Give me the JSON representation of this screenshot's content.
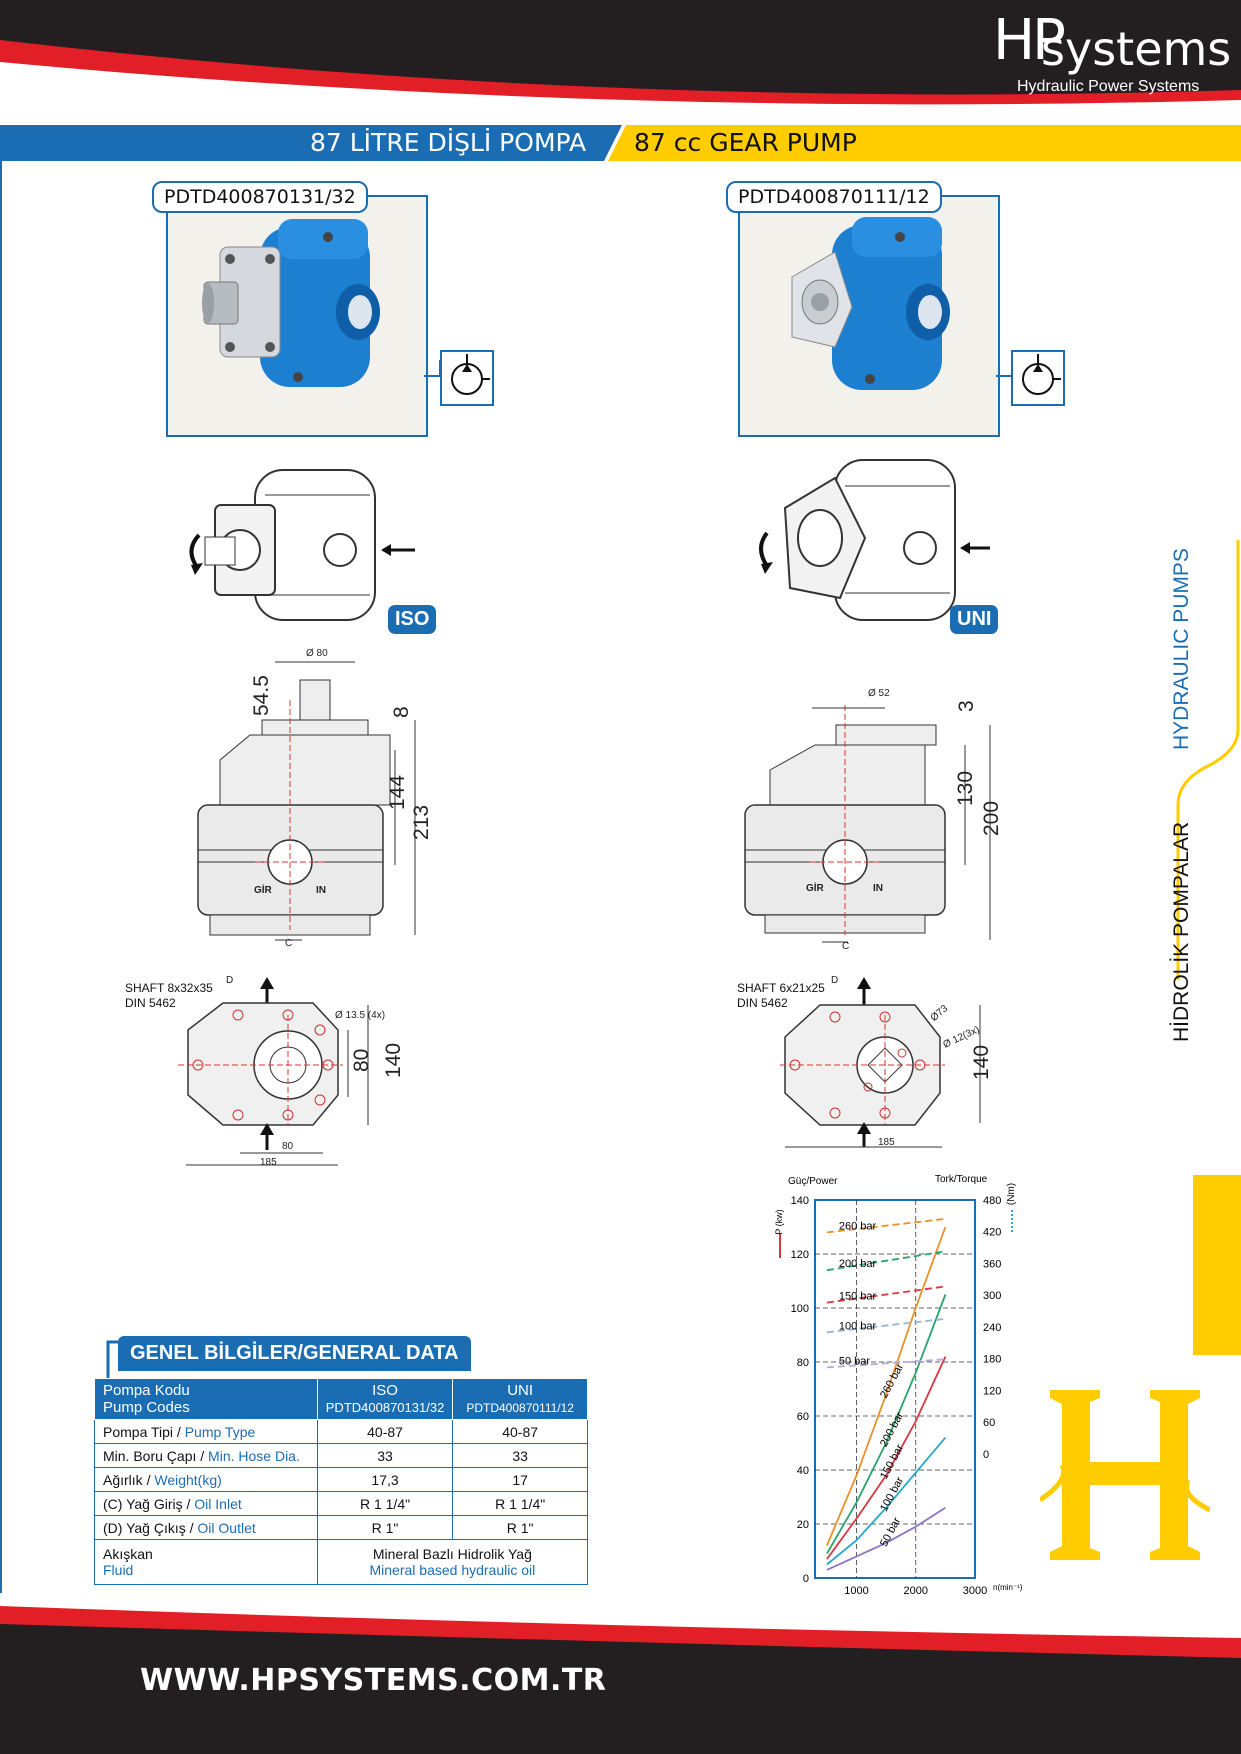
{
  "brand": {
    "logo_hp": "HP",
    "logo_systems": "systems",
    "logo_tagline": "Hydraulic Power Systems",
    "website": "WWW.HPSYSTEMS.COM.TR"
  },
  "title": {
    "tr": "87 LİTRE DİŞLİ POMPA",
    "en": "87 cc GEAR PUMP"
  },
  "side": {
    "en": "HYDRAULIC PUMPS",
    "tr": "HİDROLİK POMPALAR"
  },
  "products": [
    {
      "code": "PDTD400870131/32",
      "badge": "ISO",
      "shaft_line1": "SHAFT 8x32x35",
      "shaft_line2": "DIN 5462",
      "dims": {
        "flange": "Ø 80",
        "shaft_len": "54.5",
        "top": "8",
        "mid": "144",
        "total": "213",
        "port": "C",
        "gir": "GİR",
        "in": "IN",
        "d": "D",
        "bolt": "Ø 13.5 (4x)",
        "h1": "80",
        "h2": "140",
        "w1": "80",
        "w2": "185"
      }
    },
    {
      "code": "PDTD400870111/12",
      "badge": "UNI",
      "shaft_line1": "SHAFT 6x21x25",
      "shaft_line2": "DIN 5462",
      "dims": {
        "flange": "Ø 52",
        "top": "3",
        "mid": "130",
        "total": "200",
        "port": "C",
        "gir": "GİR",
        "in": "IN",
        "d": "D",
        "bolt1": "Ø73",
        "bolt2": "Ø 12(3x)",
        "h2": "140",
        "w2": "185"
      }
    }
  ],
  "general_data": {
    "title": "GENEL BİLGİLER/GENERAL DATA",
    "head": {
      "label_tr": "Pompa Kodu",
      "label_en": "Pump Codes",
      "col1": "ISO",
      "col1_code": "PDTD400870131/32",
      "col2": "UNI",
      "col2_code": "PDTD400870111/12"
    },
    "rows": [
      {
        "tr": "Pompa Tipi / ",
        "en": "Pump Type",
        "v1": "40-87",
        "v2": "40-87"
      },
      {
        "tr": "Min.  Boru Çapı / ",
        "en": "Min. Hose Dia.",
        "v1": "33",
        "v2": "33"
      },
      {
        "tr": "Ağırlık / ",
        "en": "Weight(kg)",
        "v1": "17,3",
        "v2": "17"
      },
      {
        "tr": "(C) Yağ Giriş / ",
        "en": "Oil Inlet",
        "v1": "R 1 1/4\"",
        "v2": "R 1 1/4\""
      },
      {
        "tr": "(D) Yağ Çıkış / ",
        "en": "Oil Outlet",
        "v1": "R 1\"",
        "v2": "R 1\""
      }
    ],
    "fluid": {
      "tr": "Akışkan",
      "en": "Fluid",
      "v_tr": "Mineral Bazlı Hidrolik Yağ",
      "v_en": "Mineral based hydraulic oil"
    }
  },
  "chart_data": {
    "type": "line",
    "title": "",
    "left_axis_title": "Güç/Power",
    "left_axis_label": "P (kw)",
    "right_axis_title": "Tork/Torque",
    "right_axis_label": "(Nm)",
    "xlabel": "n(min⁻¹)",
    "xlim": [
      300,
      3000
    ],
    "ylim": [
      0,
      140
    ],
    "x_ticks": [
      "1000",
      "2000",
      "3000"
    ],
    "y_ticks": [
      "0",
      "20",
      "40",
      "60",
      "80",
      "100",
      "120",
      "140"
    ],
    "torque_ticks": [
      "0",
      "60",
      "120",
      "180",
      "240",
      "300",
      "360",
      "420",
      "480"
    ],
    "grid": true,
    "power_series": [
      {
        "name": "260 bar",
        "color": "#e8912a",
        "x": [
          500,
          1000,
          1500,
          2000,
          2500
        ],
        "y": [
          12,
          38,
          68,
          100,
          130
        ]
      },
      {
        "name": "200 bar",
        "color": "#2aa36a",
        "x": [
          500,
          1000,
          1500,
          2000,
          2500
        ],
        "y": [
          9,
          28,
          50,
          76,
          105
        ]
      },
      {
        "name": "150 bar",
        "color": "#d9363e",
        "x": [
          500,
          1000,
          1500,
          2000,
          2500
        ],
        "y": [
          7,
          22,
          38,
          58,
          82
        ]
      },
      {
        "name": "100 bar",
        "color": "#22a8c9",
        "x": [
          500,
          1000,
          1500,
          2000,
          2500
        ],
        "y": [
          5,
          14,
          26,
          39,
          52
        ]
      },
      {
        "name": "50 bar",
        "color": "#8a76c4",
        "x": [
          500,
          1000,
          1500,
          2000,
          2500
        ],
        "y": [
          3,
          8,
          13,
          19,
          26
        ]
      }
    ],
    "torque_series": [
      {
        "name": "260 bar",
        "color": "#e8912a",
        "x": [
          500,
          2500
        ],
        "y": [
          128,
          133
        ]
      },
      {
        "name": "200 bar",
        "color": "#2aa36a",
        "x": [
          500,
          2500
        ],
        "y": [
          114,
          121
        ]
      },
      {
        "name": "150 bar",
        "color": "#d9363e",
        "x": [
          500,
          2500
        ],
        "y": [
          102,
          108
        ]
      },
      {
        "name": "100 bar",
        "color": "#9ab4d8",
        "x": [
          500,
          2500
        ],
        "y": [
          91,
          96
        ]
      },
      {
        "name": "50 bar",
        "color": "#b7a9d9",
        "x": [
          500,
          2500
        ],
        "y": [
          78,
          81
        ]
      }
    ]
  }
}
